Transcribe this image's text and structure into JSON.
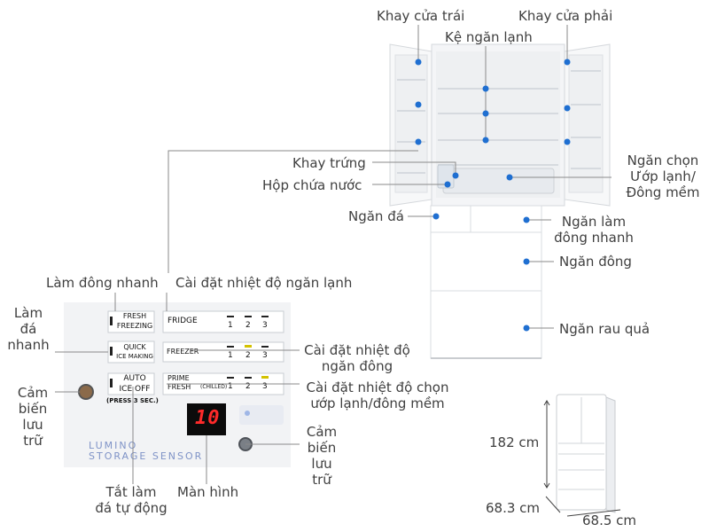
{
  "labels": {
    "left_door_tray": "Khay cửa trái",
    "right_door_tray": "Khay cửa phải",
    "fridge_shelf": "Kệ ngăn lạnh",
    "egg_tray": "Khay trứng",
    "water_box": "Hộp chứa nước",
    "select_compartment_l1": "Ngăn chọn",
    "select_compartment_l2": "Ướp lạnh/",
    "select_compartment_l3": "Đông mềm",
    "ice_compartment": "Ngăn đá",
    "quick_freeze_compartment_l1": "Ngăn làm",
    "quick_freeze_compartment_l2": "đông nhanh",
    "freezer_compartment": "Ngăn đông",
    "vegetable_compartment": "Ngăn rau quả",
    "quick_freeze": "Làm đông nhanh",
    "fridge_temp_setting": "Cài đặt nhiệt độ ngăn lạnh",
    "quick_ice_l1": "Làm",
    "quick_ice_l2": "đá",
    "quick_ice_l3": "nhanh",
    "freezer_temp_l1": "Cài đặt nhiệt độ",
    "freezer_temp_l2": "ngăn đông",
    "select_temp_l1": "Cài đặt nhiệt độ chọn",
    "select_temp_l2": "ướp lạnh/đông mềm",
    "storage_sensor_left_l1": "Cảm",
    "storage_sensor_left_l2": "biến",
    "storage_sensor_left_l3": "lưu",
    "storage_sensor_left_l4": "trữ",
    "storage_sensor_right_l1": "Cảm",
    "storage_sensor_right_l2": "biến",
    "storage_sensor_right_l3": "lưu",
    "storage_sensor_right_l4": "trữ",
    "auto_ice_off_l1": "Tắt làm",
    "auto_ice_off_l2": "đá tự động",
    "display": "Màn hình"
  },
  "panel": {
    "fresh_freezing_l1": "FRESH",
    "fresh_freezing_l2": "FREEZING",
    "quick_ice_making_l1": "QUICK",
    "quick_ice_making_l2": "ICE MAKING",
    "auto_ice_off_l1": "AUTO",
    "auto_ice_off_l2": "ICE OFF",
    "press_hint": "(PRESS 3 SEC.)",
    "fridge": "FRIDGE",
    "freezer": "FREEZER",
    "prime_fresh_l1": "PRIME",
    "prime_fresh_l2": "FRESH",
    "chilled": "(CHILLED)",
    "level_1": "1",
    "level_2": "2",
    "level_3": "3",
    "display_value": "10",
    "brand_l1": "LUMINO",
    "brand_l2": "STORAGE SENSOR"
  },
  "dimensions": {
    "height": "182 cm",
    "width": "68.3 cm",
    "depth": "68.5 cm"
  },
  "colors": {
    "marker": "#1f6fd1",
    "leader": "#8a8a8a",
    "panel_bg": "#f2f3f5",
    "display_digits": "#ff2a2a"
  }
}
